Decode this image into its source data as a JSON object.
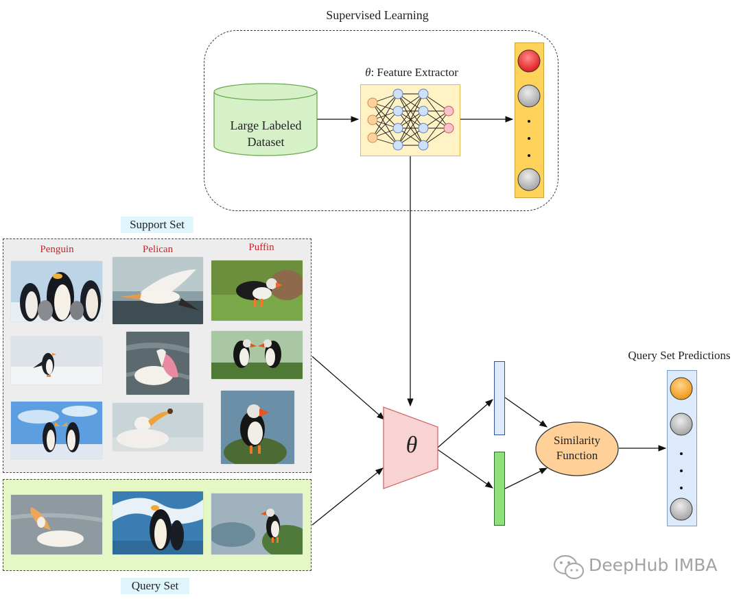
{
  "supervised": {
    "title": "Supervised Learning",
    "dataset_line1": "Large Labeled",
    "dataset_line2": "Dataset",
    "extractor_symbol": "θ",
    "extractor_label": ": Feature Extractor"
  },
  "support": {
    "label": "Support Set",
    "classes": [
      "Penguin",
      "Pelican",
      "Puffin"
    ]
  },
  "query": {
    "label": "Query Set"
  },
  "model": {
    "symbol": "θ"
  },
  "similarity": {
    "line1": "Similarity",
    "line2": "Function"
  },
  "predictions": {
    "title": "Query Set Predictions"
  },
  "watermark": {
    "text": "DeepHub IMBA"
  },
  "colors": {
    "dataset_fill": "#d6f0c8",
    "dataset_stroke": "#6aa84f",
    "extractor_fill": "#fff3c6",
    "embedding_top": "#ffd35a",
    "active_node_red": "#ee3b3b",
    "active_node_orange": "#f7b349",
    "inactive_node": "#c6c6c6",
    "theta_fill": "#f7d3d3",
    "theta_stroke": "#d06a6a",
    "similarity_fill": "#ffd199",
    "class_label": "#c0272d"
  },
  "icons": {
    "database": "cylinder-database-icon",
    "network": "neural-network-icon",
    "watermark": "wechat-logo-icon"
  }
}
